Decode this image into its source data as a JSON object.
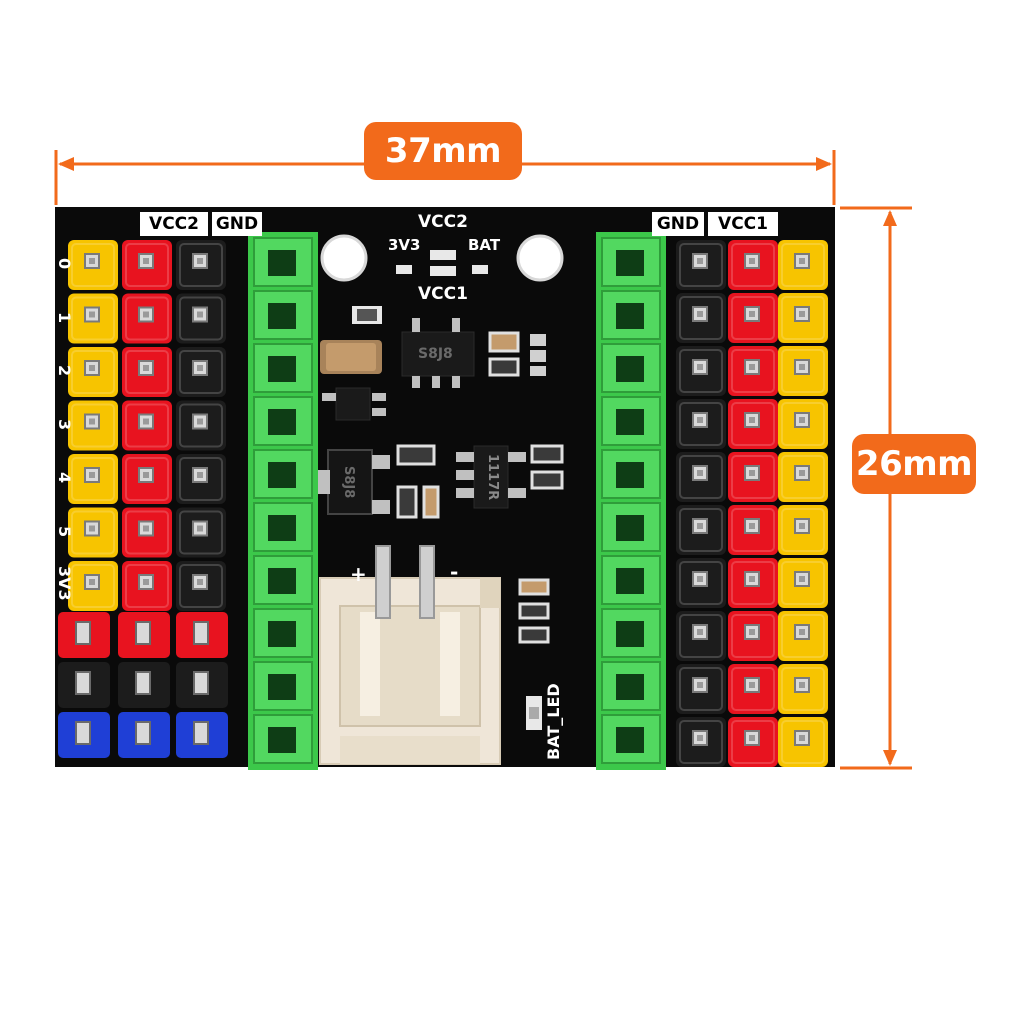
{
  "dimensions": {
    "width_label": "37mm",
    "height_label": "26mm"
  },
  "board": {
    "header_left": {
      "vcc2": "VCC2",
      "gnd": "GND"
    },
    "header_right": {
      "gnd": "GND",
      "vcc1": "VCC1"
    },
    "row_labels": [
      "0",
      "1",
      "2",
      "3",
      "4",
      "5",
      "3V3"
    ],
    "top_center": {
      "vcc2": "VCC2",
      "v3v3": "3V3",
      "bat": "BAT",
      "vcc1": "VCC1"
    },
    "battery_plus": "+",
    "battery_minus": "-",
    "bat_led": "BAT_LED",
    "chip_left": "S8J8",
    "chip_right": "1117R",
    "chip_top": "S8J8"
  },
  "colors": {
    "accent": "#f26a1b",
    "pcb": "#0a0a0a",
    "terminal_green": "#3cc84a",
    "pin_yellow": "#f7c400",
    "pin_red": "#e8131f",
    "pin_black": "#1c1c1c",
    "jumper_blue": "#1f3fd6",
    "connector_cream": "#efe6d8"
  }
}
